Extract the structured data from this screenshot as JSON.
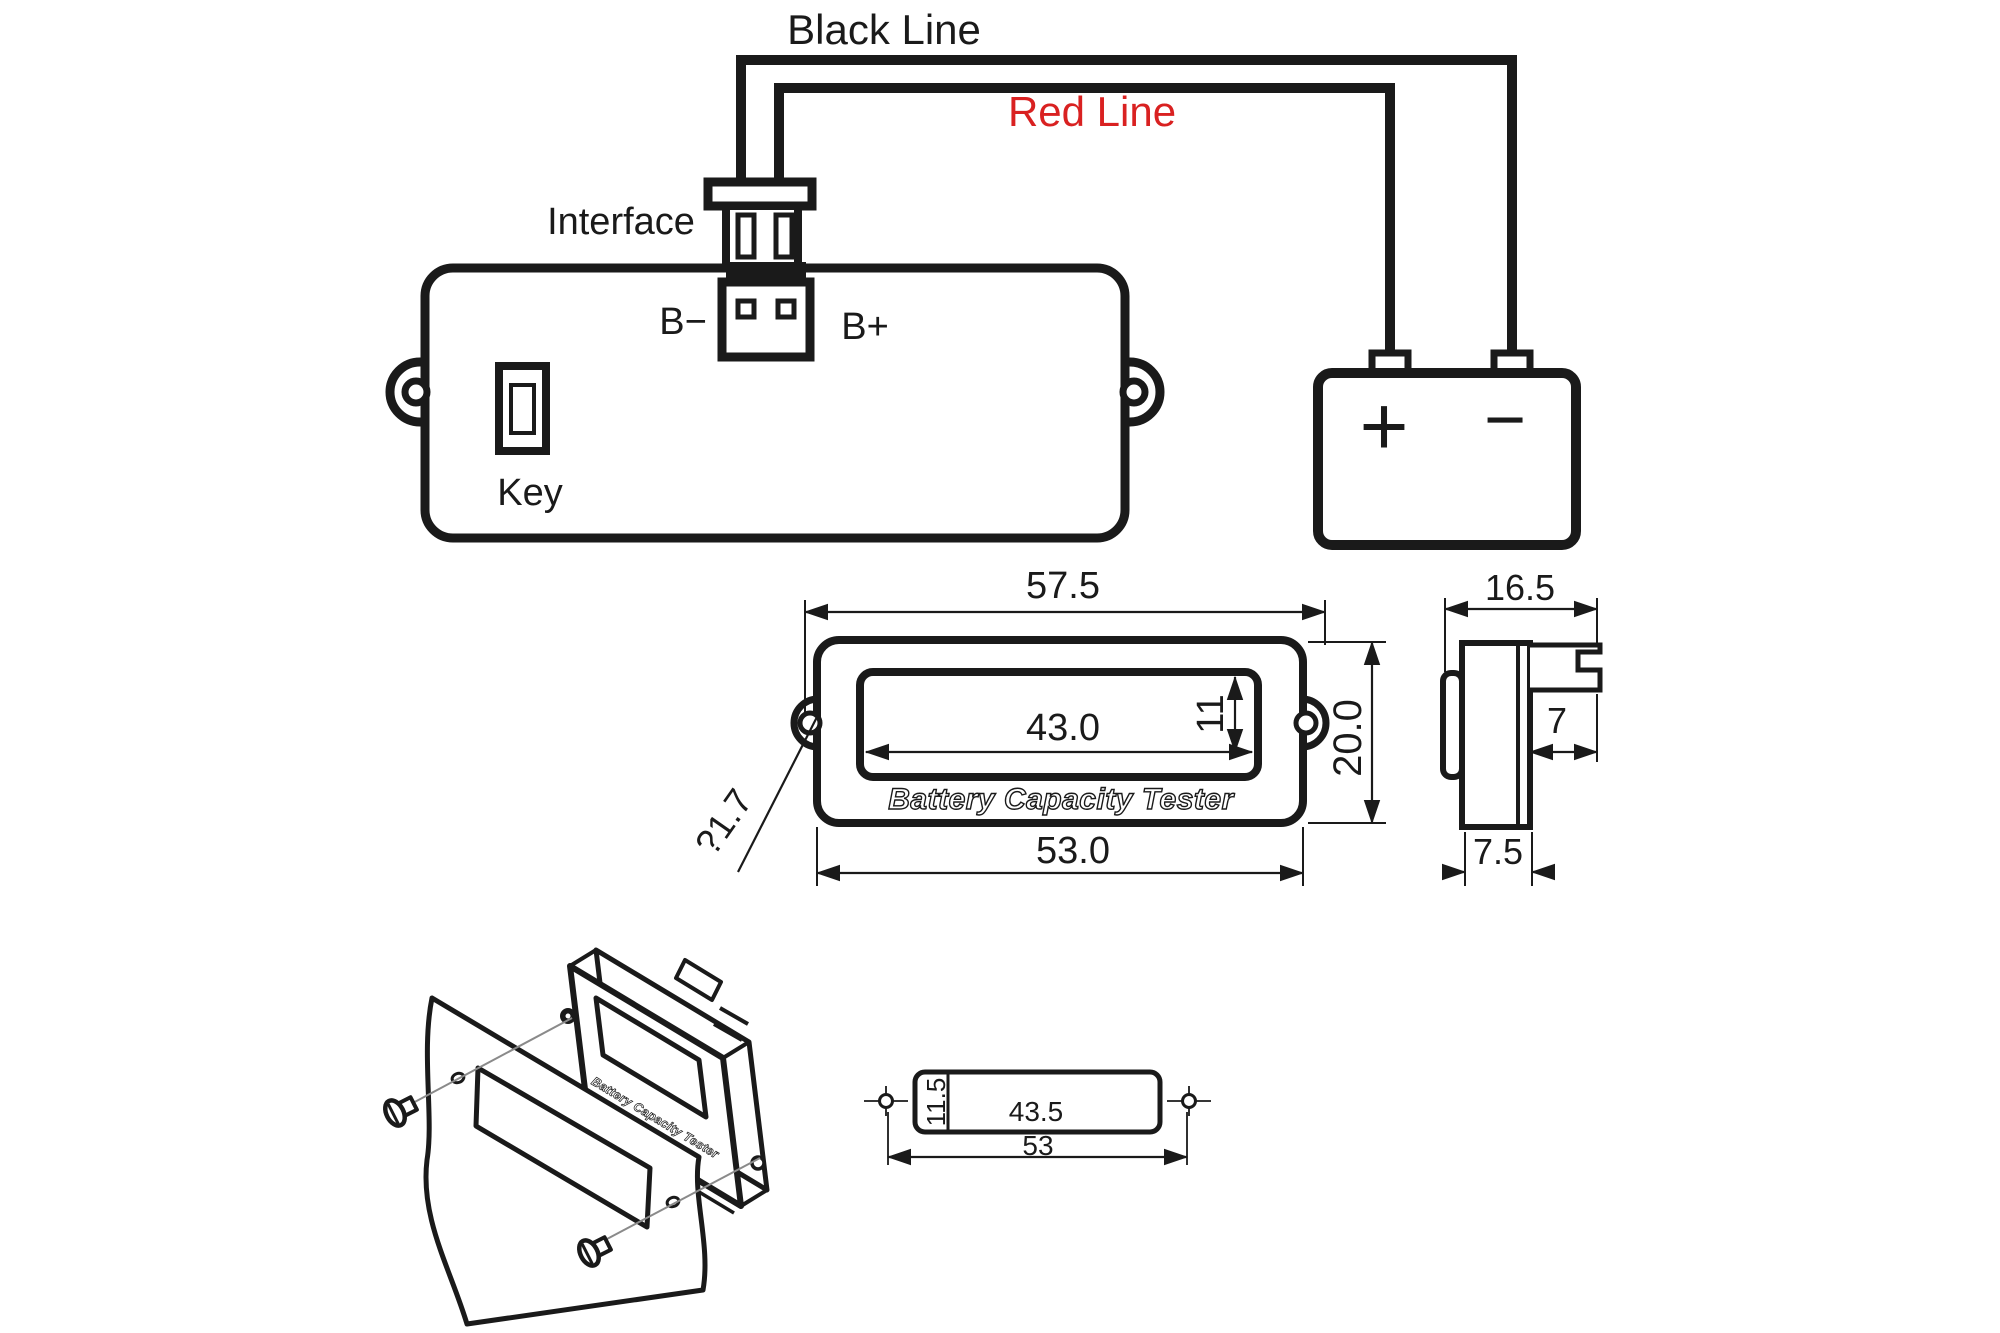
{
  "wiring": {
    "black_line": "Black Line",
    "red_line": "Red Line",
    "interface": "Interface",
    "b_minus": "B−",
    "b_plus": "B+",
    "key": "Key",
    "battery_plus": "+",
    "battery_minus": "−"
  },
  "front_view": {
    "overall_width": "57.5",
    "window_width": "43.0",
    "window_height": "11",
    "overall_height": "20.0",
    "body_width": "53.0",
    "hole_note": "?1.7",
    "brand_text": "Battery Capacity Tester"
  },
  "side_view": {
    "overall_depth": "16.5",
    "clip_length": "7",
    "front_thickness": "7.5"
  },
  "cutout_view": {
    "cutout_height": "11.5",
    "cutout_width": "43.5",
    "hole_spacing": "53"
  },
  "exploded_view": {
    "brand_text": "Battery Capacity Tester"
  },
  "colors": {
    "line": "#1a1a1a",
    "red_label": "#d92121",
    "leader_gray": "#8a8a8a"
  }
}
